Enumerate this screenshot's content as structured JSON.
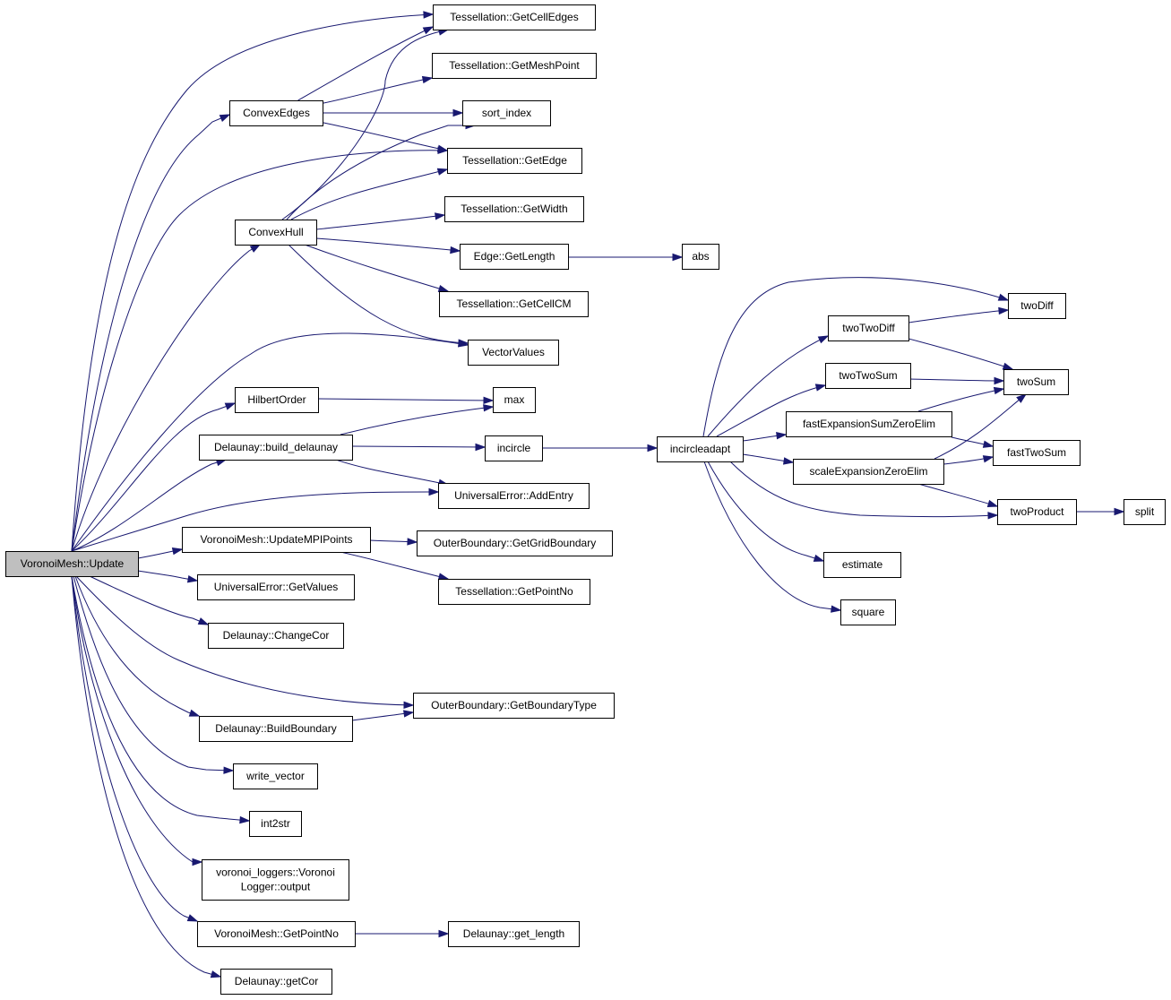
{
  "graph": {
    "root": "VoronoiMesh::Update",
    "colors": {
      "node_fill": "#ffffff",
      "root_fill": "#bfbfbf",
      "border": "#000000",
      "edge": "#191970"
    },
    "nodes": {
      "update": [
        "VoronoiMesh::Update"
      ],
      "cellEdges": [
        "Tessellation::GetCellEdges"
      ],
      "meshPoint": [
        "Tessellation::GetMeshPoint"
      ],
      "convexEdges": [
        "ConvexEdges"
      ],
      "sortIndex": [
        "sort_index"
      ],
      "getEdge": [
        "Tessellation::GetEdge"
      ],
      "getWidth": [
        "Tessellation::GetWidth"
      ],
      "convexHull": [
        "ConvexHull"
      ],
      "edgeLength": [
        "Edge::GetLength"
      ],
      "abs": [
        "abs"
      ],
      "cellCM": [
        "Tessellation::GetCellCM"
      ],
      "vectorValues": [
        "VectorValues"
      ],
      "hilbert": [
        "HilbertOrder"
      ],
      "max": [
        "max"
      ],
      "buildDelaunay": [
        "Delaunay::build_delaunay"
      ],
      "incircle": [
        "incircle"
      ],
      "incircleadapt": [
        "incircleadapt"
      ],
      "addEntry": [
        "UniversalError::AddEntry"
      ],
      "updateMPI": [
        "VoronoiMesh::UpdateMPIPoints"
      ],
      "gridBoundary": [
        "OuterBoundary::GetGridBoundary"
      ],
      "pointNoTess": [
        "Tessellation::GetPointNo"
      ],
      "getValues": [
        "UniversalError::GetValues"
      ],
      "changeCor": [
        "Delaunay::ChangeCor"
      ],
      "boundaryType": [
        "OuterBoundary::GetBoundaryType"
      ],
      "buildBoundary": [
        "Delaunay::BuildBoundary"
      ],
      "writeVector": [
        "write_vector"
      ],
      "int2str": [
        "int2str"
      ],
      "logger": [
        "voronoi_loggers::Voronoi",
        "Logger::output"
      ],
      "vmPointNo": [
        "VoronoiMesh::GetPointNo"
      ],
      "getLength": [
        "Delaunay::get_length"
      ],
      "getCor": [
        "Delaunay::getCor"
      ],
      "twoDiff": [
        "twoDiff"
      ],
      "twoTwoDiff": [
        "twoTwoDiff"
      ],
      "twoSum": [
        "twoSum"
      ],
      "twoTwoSum": [
        "twoTwoSum"
      ],
      "fastExp": [
        "fastExpansionSumZeroElim"
      ],
      "fastTwoSum": [
        "fastTwoSum"
      ],
      "scaleExp": [
        "scaleExpansionZeroElim"
      ],
      "twoProduct": [
        "twoProduct"
      ],
      "split": [
        "split"
      ],
      "estimate": [
        "estimate"
      ],
      "square": [
        "square"
      ]
    },
    "edges": [
      [
        "update",
        "cellEdges"
      ],
      [
        "update",
        "convexEdges"
      ],
      [
        "update",
        "getEdge"
      ],
      [
        "update",
        "convexHull"
      ],
      [
        "update",
        "vectorValues"
      ],
      [
        "update",
        "hilbert"
      ],
      [
        "update",
        "buildDelaunay"
      ],
      [
        "update",
        "addEntry"
      ],
      [
        "update",
        "updateMPI"
      ],
      [
        "update",
        "getValues"
      ],
      [
        "update",
        "changeCor"
      ],
      [
        "update",
        "boundaryType"
      ],
      [
        "update",
        "buildBoundary"
      ],
      [
        "update",
        "writeVector"
      ],
      [
        "update",
        "int2str"
      ],
      [
        "update",
        "logger"
      ],
      [
        "update",
        "vmPointNo"
      ],
      [
        "update",
        "getCor"
      ],
      [
        "convexEdges",
        "cellEdges"
      ],
      [
        "convexEdges",
        "meshPoint"
      ],
      [
        "convexEdges",
        "sortIndex"
      ],
      [
        "convexEdges",
        "getEdge"
      ],
      [
        "convexHull",
        "cellEdges"
      ],
      [
        "convexHull",
        "sortIndex"
      ],
      [
        "convexHull",
        "getEdge"
      ],
      [
        "convexHull",
        "getWidth"
      ],
      [
        "convexHull",
        "edgeLength"
      ],
      [
        "convexHull",
        "cellCM"
      ],
      [
        "convexHull",
        "vectorValues"
      ],
      [
        "edgeLength",
        "abs"
      ],
      [
        "hilbert",
        "max"
      ],
      [
        "buildDelaunay",
        "max"
      ],
      [
        "buildDelaunay",
        "incircle"
      ],
      [
        "buildDelaunay",
        "addEntry"
      ],
      [
        "incircle",
        "incircleadapt"
      ],
      [
        "incircleadapt",
        "twoDiff"
      ],
      [
        "incircleadapt",
        "twoTwoDiff"
      ],
      [
        "incircleadapt",
        "twoTwoSum"
      ],
      [
        "incircleadapt",
        "fastExp"
      ],
      [
        "incircleadapt",
        "scaleExp"
      ],
      [
        "incircleadapt",
        "twoProduct"
      ],
      [
        "incircleadapt",
        "estimate"
      ],
      [
        "incircleadapt",
        "square"
      ],
      [
        "twoTwoDiff",
        "twoDiff"
      ],
      [
        "twoTwoDiff",
        "twoSum"
      ],
      [
        "twoTwoSum",
        "twoSum"
      ],
      [
        "fastExp",
        "twoSum"
      ],
      [
        "fastExp",
        "fastTwoSum"
      ],
      [
        "scaleExp",
        "twoSum"
      ],
      [
        "scaleExp",
        "fastTwoSum"
      ],
      [
        "scaleExp",
        "twoProduct"
      ],
      [
        "twoProduct",
        "split"
      ],
      [
        "updateMPI",
        "gridBoundary"
      ],
      [
        "updateMPI",
        "pointNoTess"
      ],
      [
        "buildBoundary",
        "boundaryType"
      ],
      [
        "vmPointNo",
        "getLength"
      ]
    ]
  }
}
